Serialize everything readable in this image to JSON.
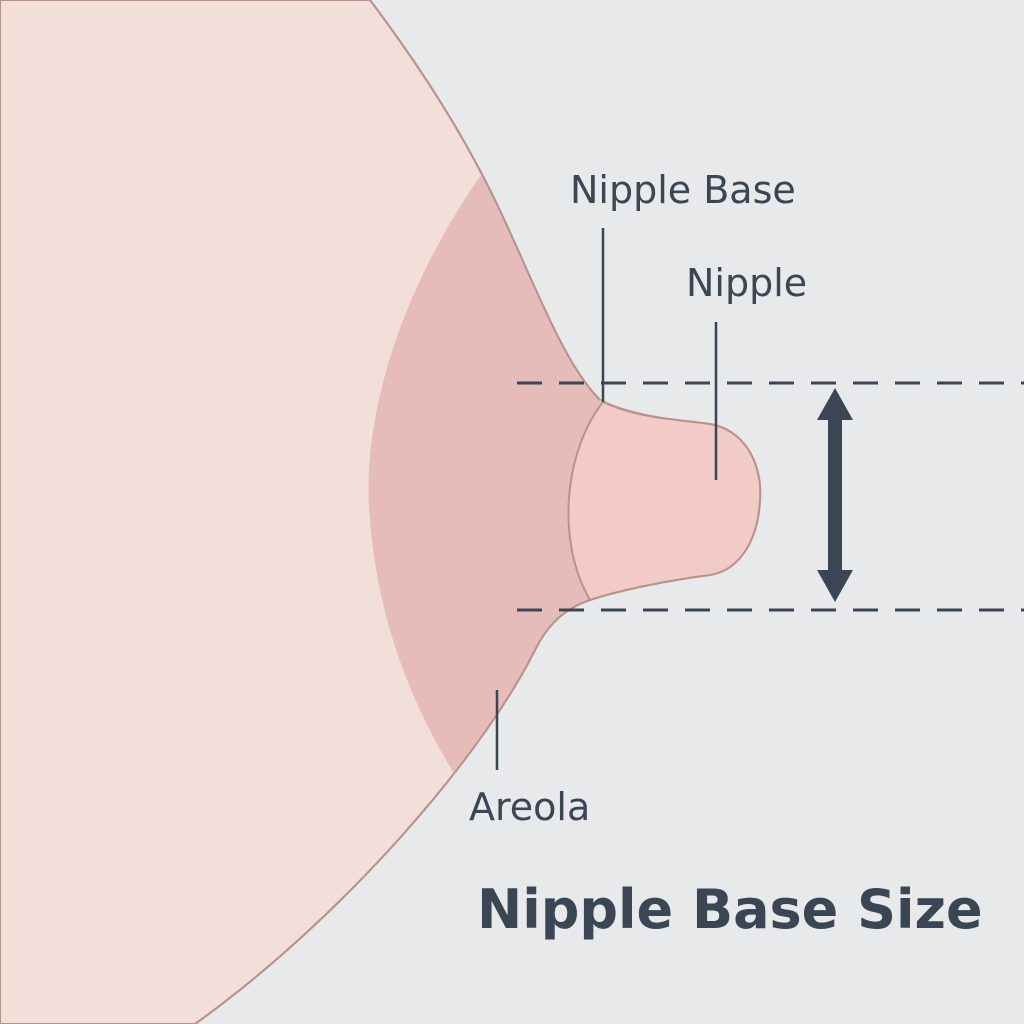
{
  "labels": {
    "nipple_base": "Nipple Base",
    "nipple": "Nipple",
    "areola": "Areola"
  },
  "title": "Nipple Base Size",
  "colors": {
    "background": "#e8e9eb",
    "breast": "#f3dfda",
    "areola": "#e6bcbb",
    "nipple": "#f2cbc6",
    "outline": "#b8938b",
    "ink": "#3a4654"
  }
}
